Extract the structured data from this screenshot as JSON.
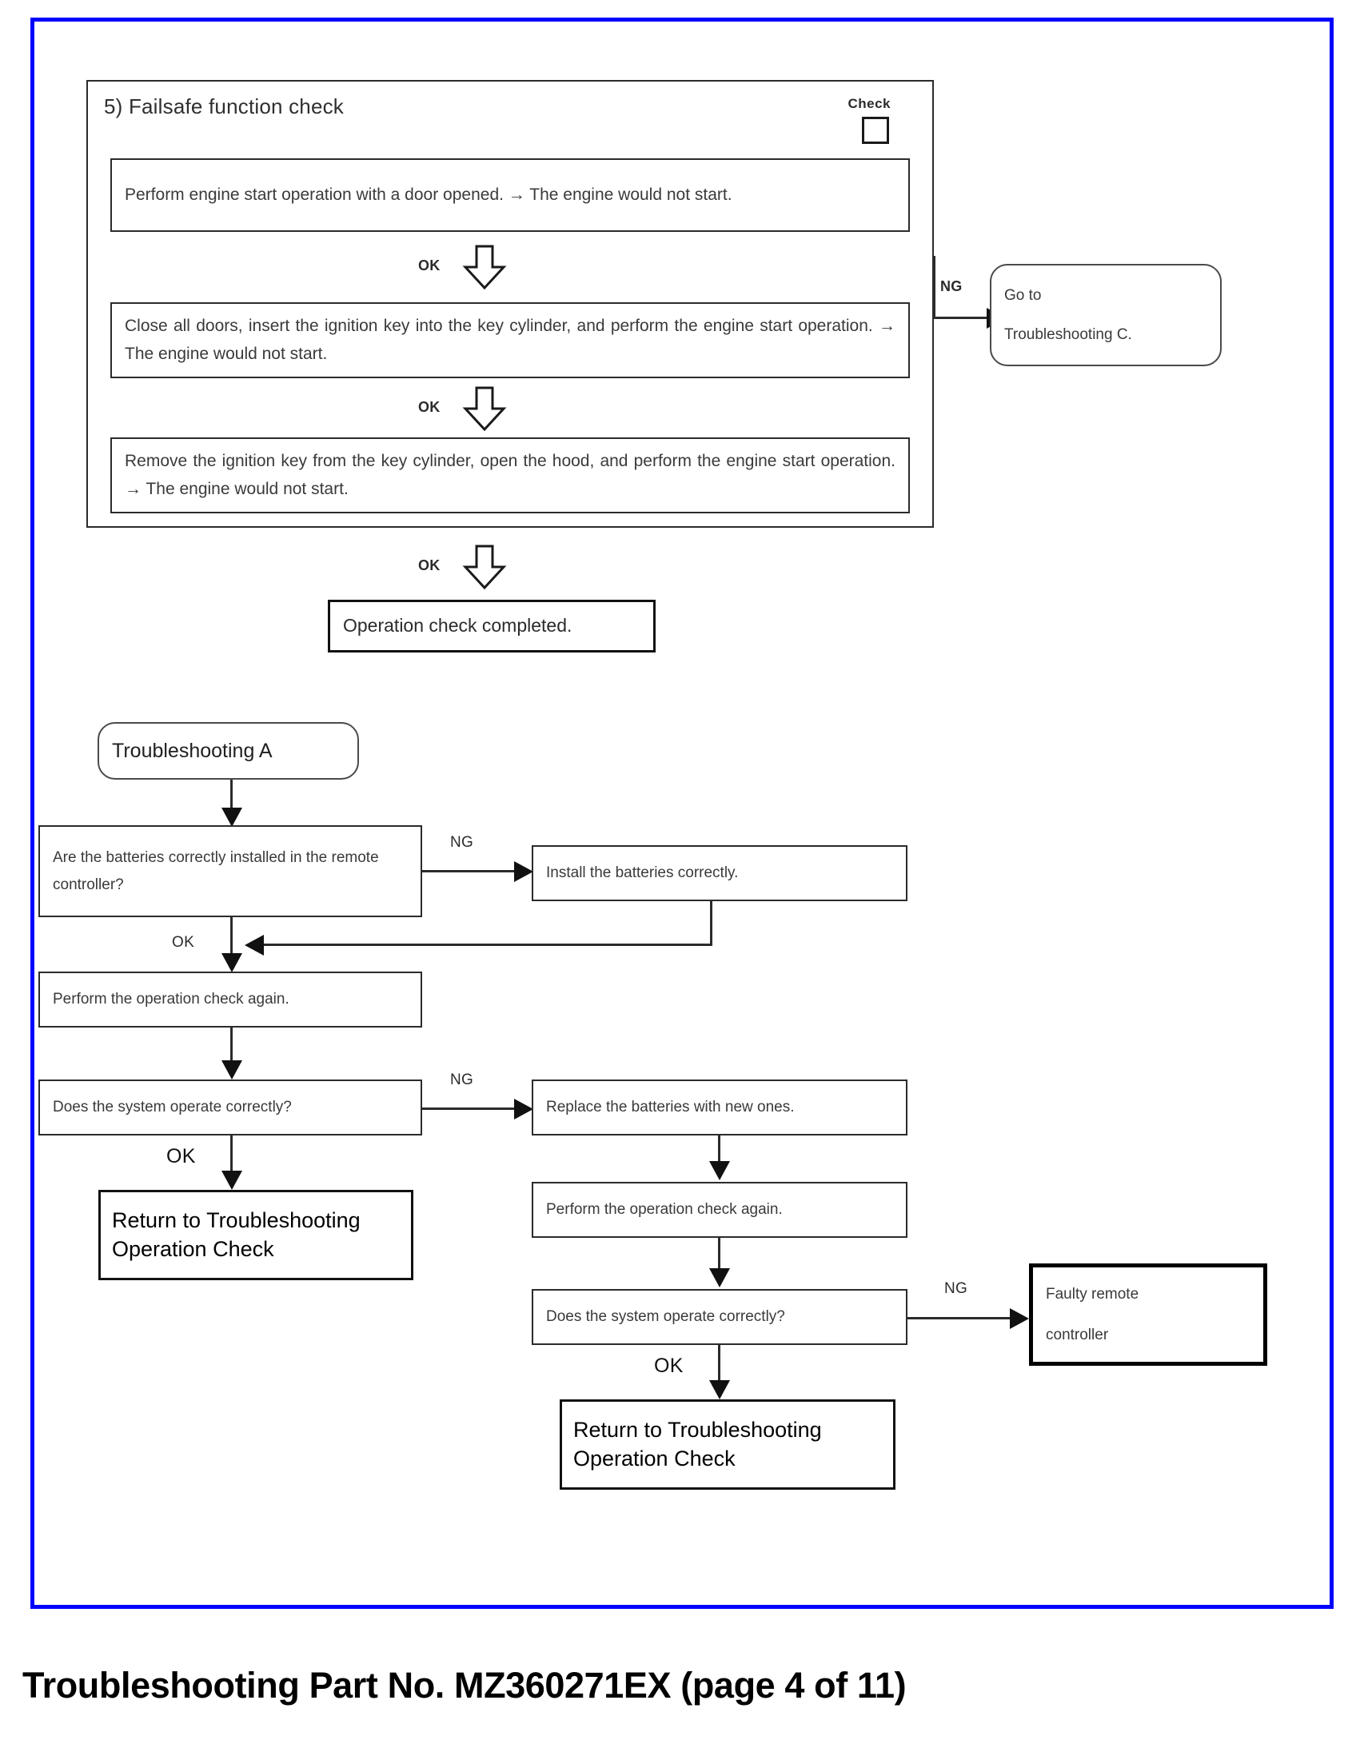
{
  "caption": "Troubleshooting Part No. MZ360271EX (page 4 of 11)",
  "frame": {
    "border_color": "#0000ff"
  },
  "section": {
    "title": "5) Failsafe function check",
    "check_label": "Check",
    "checkbox_state": "unchecked",
    "steps": [
      {
        "id": "step-1",
        "text": "Perform engine start operation with a door opened. → The engine would not start."
      },
      {
        "id": "step-2",
        "text": "Close all doors, insert the ignition key into the key cylinder, and perform the engine start operation. → The engine would not start."
      },
      {
        "id": "step-3",
        "text": "Remove the ignition key from the key cylinder, open the hood, and perform the engine start operation. → The engine would not start."
      }
    ],
    "ok_labels": {
      "a": "OK",
      "b": "OK",
      "c": "OK"
    },
    "ng_label": "NG",
    "ng_target": {
      "line1": "Go to",
      "line2": "Troubleshooting C."
    },
    "completed": "Operation check completed."
  },
  "troubleshooting_a": {
    "start_label": "Troubleshooting A",
    "q1": "Are the batteries correctly installed in the remote controller?",
    "q1_ng_label": "NG",
    "q1_ng_action": "Install the batteries correctly.",
    "q1_ok_label": "OK",
    "retry1": "Perform the operation check again.",
    "q2": "Does the system operate correctly?",
    "q2_ng_label": "NG",
    "q2_ng_action": "Replace the batteries with new ones.",
    "q2_ok_label": "OK",
    "q2_ok_target_line1": "Return to Troubleshooting",
    "q2_ok_target_line2": "Operation Check",
    "retry2": "Perform the operation check again.",
    "q3": "Does the system operate correctly?",
    "q3_ng_label": "NG",
    "q3_ng_target_line1": "Faulty remote",
    "q3_ng_target_line2": "controller",
    "q3_ok_label": "OK",
    "q3_ok_target_line1": "Return to Troubleshooting",
    "q3_ok_target_line2": "Operation Check"
  }
}
